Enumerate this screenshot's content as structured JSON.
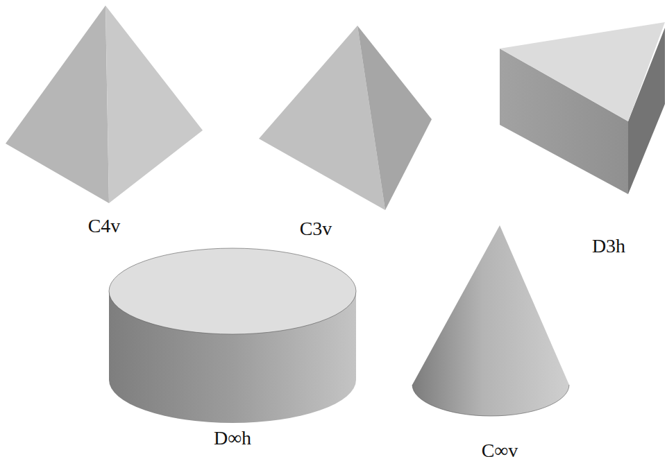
{
  "diagram": {
    "labels": [
      "C4v",
      "C3v",
      "D3h",
      "D∞h",
      "C∞v"
    ]
  }
}
